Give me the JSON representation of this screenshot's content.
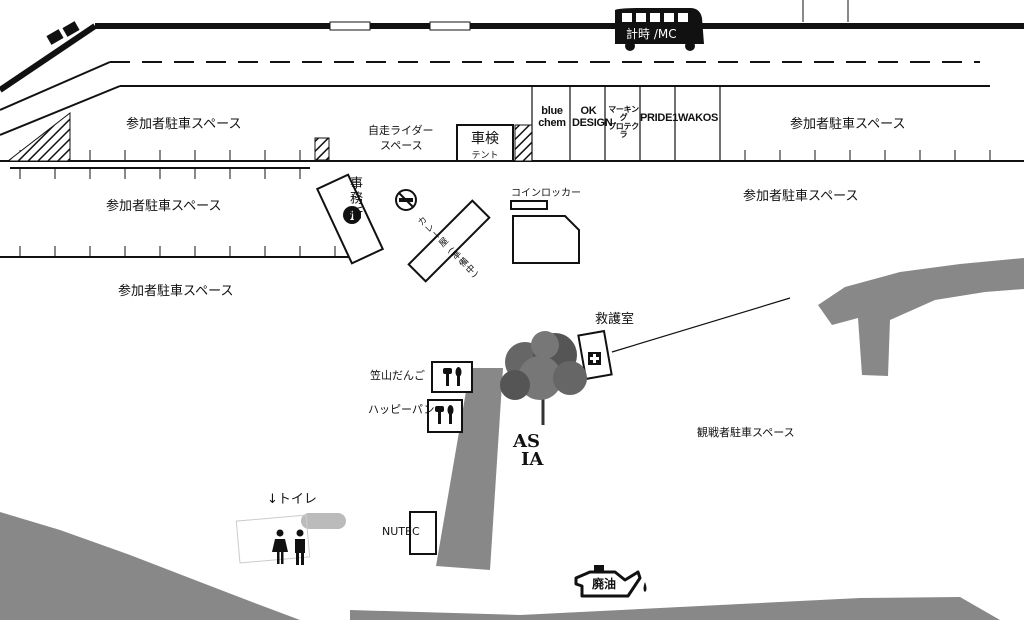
{
  "top": {
    "timing_label": "計時 /MC"
  },
  "parking": {
    "top_left": "参加者駐車スペース",
    "top_right": "参加者駐車スペース",
    "row2_left": "参加者駐車スペース",
    "row2_right": "参加者駐車スペース",
    "row3_left": "参加者駐車スペース",
    "spectator": "観戦者駐車スペース"
  },
  "rider_space": {
    "line1": "自走ライダー",
    "line2": "スペース"
  },
  "inspection_tent": {
    "title": "車検",
    "sub": "テント"
  },
  "booths": [
    {
      "label": "blue\nchem"
    },
    {
      "label": "OK\nDESIGN"
    },
    {
      "label": "マーキング\nプロテクラ"
    },
    {
      "label": "PRIDE1"
    },
    {
      "label": "WAKOS"
    }
  ],
  "office": {
    "label": "事務所",
    "info_icon": "i"
  },
  "smoking_icon": "no-smoking-icon",
  "curry_label": "カレー屋 (準備中)",
  "coin_locker": "コインロッカー",
  "first_aid": "救護室",
  "food": {
    "kasayama": "笠山だんご",
    "happy_pan": "ハッピーパン"
  },
  "asia_logo": {
    "top": "AS",
    "bottom": "IA"
  },
  "toilet": "↓トイレ",
  "nutec": "NUTEC",
  "waste_oil": "廃油",
  "colors": {
    "road": "#111111",
    "course": "#888888",
    "tree": "#555555"
  }
}
